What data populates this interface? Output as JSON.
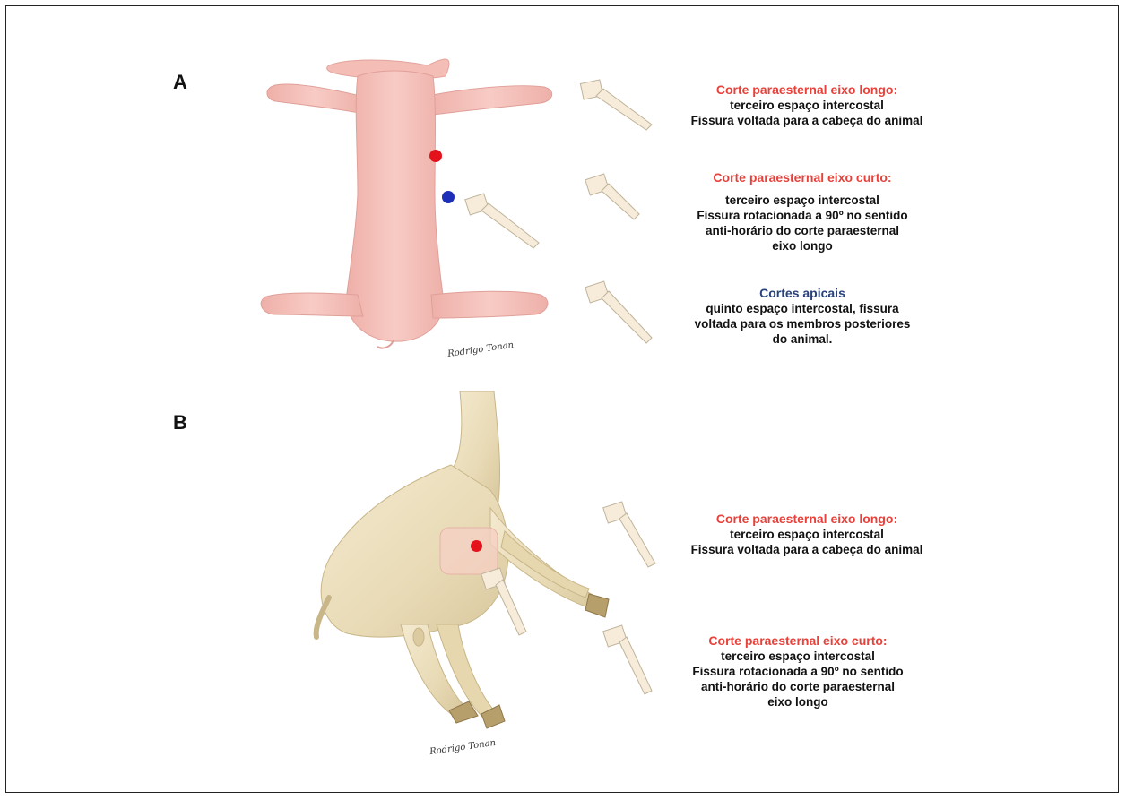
{
  "panels": {
    "a": {
      "letter": "A",
      "artist_signature": "Rodrigo Tonan",
      "markers": {
        "red_color": "#e4121b",
        "blue_color": "#1d2fb8"
      },
      "captions": [
        {
          "title": "Corte paraesternal eixo longo:",
          "title_color": "#e8403a",
          "lines": [
            "terceiro espaço intercostal",
            "Fissura voltada para a cabeça do animal"
          ]
        },
        {
          "title": "Corte paraesternal eixo curto:",
          "title_color": "#e8403a",
          "lines": [
            "terceiro espaço intercostal",
            "Fissura rotacionada a 90º no sentido",
            "anti-horário do corte paraesternal",
            "eixo longo"
          ]
        },
        {
          "title": "Cortes apicais",
          "title_color": "#27427e",
          "lines": [
            "quinto espaço intercostal, fissura",
            "voltada para os membros posteriores",
            "do animal."
          ]
        }
      ]
    },
    "b": {
      "letter": "B",
      "artist_signature": "Rodrigo Tonan",
      "markers": {
        "red_color": "#e4121b"
      },
      "captions": [
        {
          "title": "Corte paraesternal eixo longo:",
          "title_color": "#e8403a",
          "lines": [
            "terceiro espaço intercostal",
            "Fissura voltada para a cabeça do animal"
          ]
        },
        {
          "title": "Corte paraesternal eixo curto:",
          "title_color": "#e8403a",
          "lines": [
            "terceiro espaço intercostal",
            "Fissura rotacionada a 90º no sentido",
            "anti-horário do corte paraesternal",
            "eixo longo"
          ]
        }
      ]
    }
  },
  "colors": {
    "pig_skin": "#f6c2bc",
    "pig_shade": "#e9a8a1",
    "goat_coat": "#efe4c6",
    "goat_shade": "#d8c79d",
    "probe": "#f7ecda",
    "probe_line": "#bfb39b"
  }
}
